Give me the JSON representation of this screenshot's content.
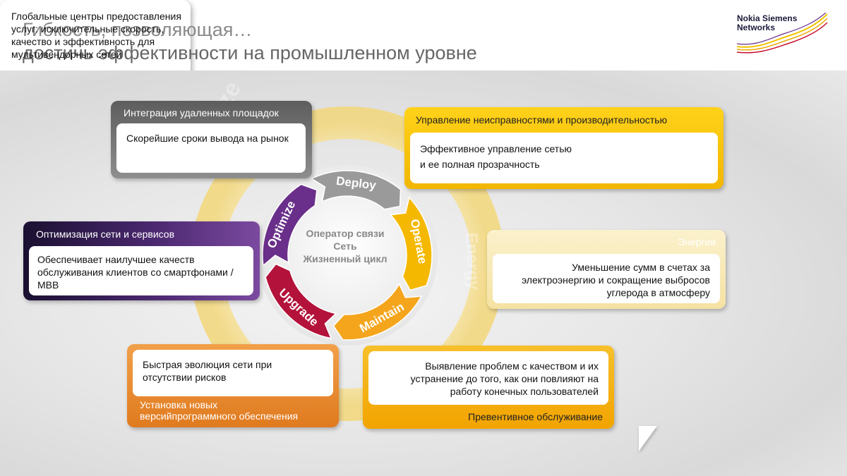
{
  "title": {
    "line1": "Гибкость, позволяющая…",
    "line2": "достичь эффективности на промышленном уровне"
  },
  "logo": {
    "line1": "Nokia Siemens",
    "line2": "Networks"
  },
  "cycle": {
    "segments": [
      {
        "label": "Deploy",
        "color": "#9a9a9a"
      },
      {
        "label": "Operate",
        "color": "#f5b800"
      },
      {
        "label": "Maintain",
        "color": "#f4a51c"
      },
      {
        "label": "Upgrade",
        "color": "#b3123a"
      },
      {
        "label": "Optimize",
        "color": "#6a2f8a"
      }
    ],
    "center": {
      "line1": "Оператор связи",
      "line2": "Сеть",
      "line3": "Жизненный цикл"
    },
    "outer_ring_color": "#f6df90"
  },
  "boxes": {
    "integration": {
      "header": "Интеграция удаленных площадок",
      "body": "Скорейшие сроки вывода на рынок"
    },
    "fault": {
      "header": "Управление неисправностями и производительностью",
      "body_line1": "Эффективное управление сетью",
      "body_line2": "и ее полная прозрачность"
    },
    "optimize": {
      "header": "Оптимизация сети и сервисов",
      "body": "Обеспечивает наилучшее качеств обслуживания клиентов со смартфонами / MBB"
    },
    "energy": {
      "header": "Энергия",
      "body": "Уменьшение сумм в счетах за электроэнергию и сокращение выбросов углерода в атмосферу"
    },
    "upgrade": {
      "body": "Быстрая эволюция сети при отсутствии рисков",
      "footer_line1": "Установка новых",
      "footer_line2": "версийпрограммного обеспечения"
    },
    "preventive": {
      "body": "Выявление проблем с качеством и их устранение до того, как они повлияют на работу конечных пользователей",
      "footer": "Превентивное обслуживание"
    }
  },
  "callout": {
    "text": "Глобальные центры предоставления услуг: исключительные скорость, качество и эффективность для мультивендорных сетей"
  },
  "watermark": {
    "optimize": "Optimize",
    "energy": "Energy"
  }
}
